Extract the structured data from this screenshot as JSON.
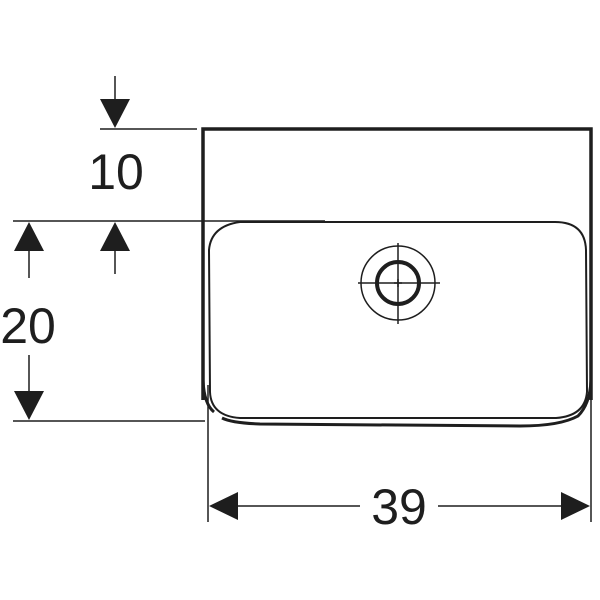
{
  "drawing": {
    "type": "technical dimension drawing (washbasin, top view)",
    "line_color": "#1e1e1e",
    "background": "#ffffff",
    "dimensions": {
      "top_offset": {
        "label": "10",
        "orientation": "vertical"
      },
      "basin_depth": {
        "label": "20",
        "orientation": "vertical"
      },
      "width": {
        "label": "39",
        "orientation": "horizontal"
      }
    },
    "features": [
      "outer-rim",
      "inner-bowl",
      "drain-hole-crosshair"
    ]
  }
}
